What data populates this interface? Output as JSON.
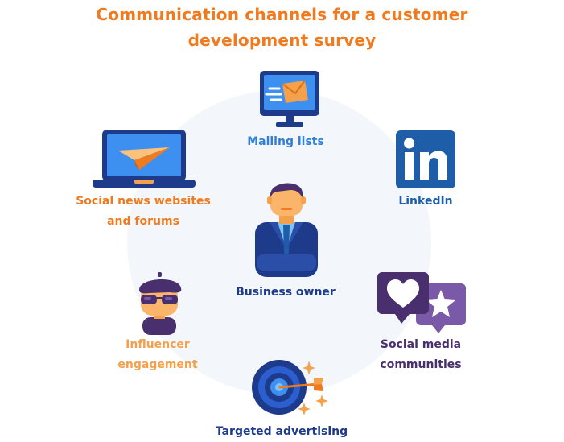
{
  "title": {
    "line1": "Communication channels for a customer",
    "line2": "development survey"
  },
  "nodes": {
    "mailing": {
      "label": "Mailing lists",
      "color": "#2f7fd6",
      "icon": "mail-monitor-icon"
    },
    "linkedin": {
      "label": "LinkedIn",
      "color": "#1e5ea8",
      "icon": "linkedin-icon"
    },
    "social_news": {
      "line1": "Social news websites",
      "line2": "and forums",
      "color": "#f07a1e",
      "icon": "laptop-paper-plane-icon"
    },
    "owner": {
      "label": "Business owner",
      "color": "#1e3a8a",
      "icon": "business-person-icon"
    },
    "influencer": {
      "line1": "Influencer",
      "line2": "engagement",
      "color": "#f5a04a",
      "icon": "influencer-person-icon"
    },
    "communities": {
      "line1": "Social media",
      "line2": "communities",
      "color": "#4a2f6e",
      "icon": "heart-star-bubbles-icon"
    },
    "advertising": {
      "label": "Targeted advertising",
      "color": "#1e3a8a",
      "icon": "target-arrow-icon"
    }
  }
}
